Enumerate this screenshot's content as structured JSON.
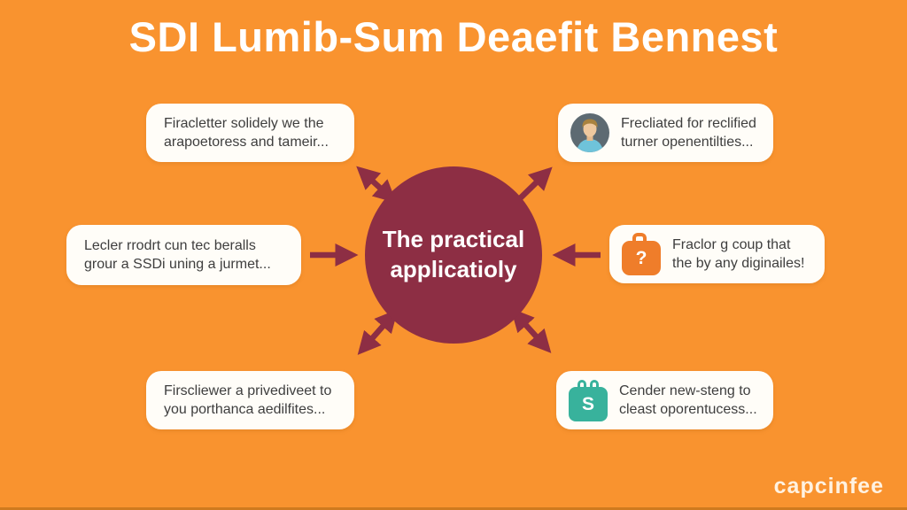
{
  "title": "SDI Lumib-Sum Deaefit Bennest",
  "center_circle": {
    "line1": "The practical",
    "line2": "applicatioly"
  },
  "callouts": {
    "top_left": {
      "text": "Firacletter solidely we the arapoetoress and tameir..."
    },
    "mid_left": {
      "text": "Lecler rrodrt cun tec beralls grour a SSDi uning a jurmet..."
    },
    "bottom_left": {
      "text": "Firscliewer a privediveet to you porthanca aedilfites..."
    },
    "top_right": {
      "text": "Frecliated for reclified turner openentilties...",
      "icon": "person-avatar-icon"
    },
    "mid_right": {
      "text": "Fraclor g coup that the by any diginailes!",
      "icon": "briefcase-question-icon",
      "glyph": "?"
    },
    "bottom_right": {
      "text": "Cender new-steng to cleast oporentucess...",
      "icon": "shopping-bag-icon",
      "glyph": "S"
    }
  },
  "watermark": "capcinfee",
  "colors": {
    "background_orange": "#f9932f",
    "accent_maroon": "#8d2e44",
    "card_background": "#fffdf8",
    "card_text": "#3e3e3e",
    "briefcase_orange": "#ef7d2a",
    "bag_teal": "#38b29c",
    "title_white": "#ffffff",
    "bottom_edge": "#cf7a1f"
  }
}
